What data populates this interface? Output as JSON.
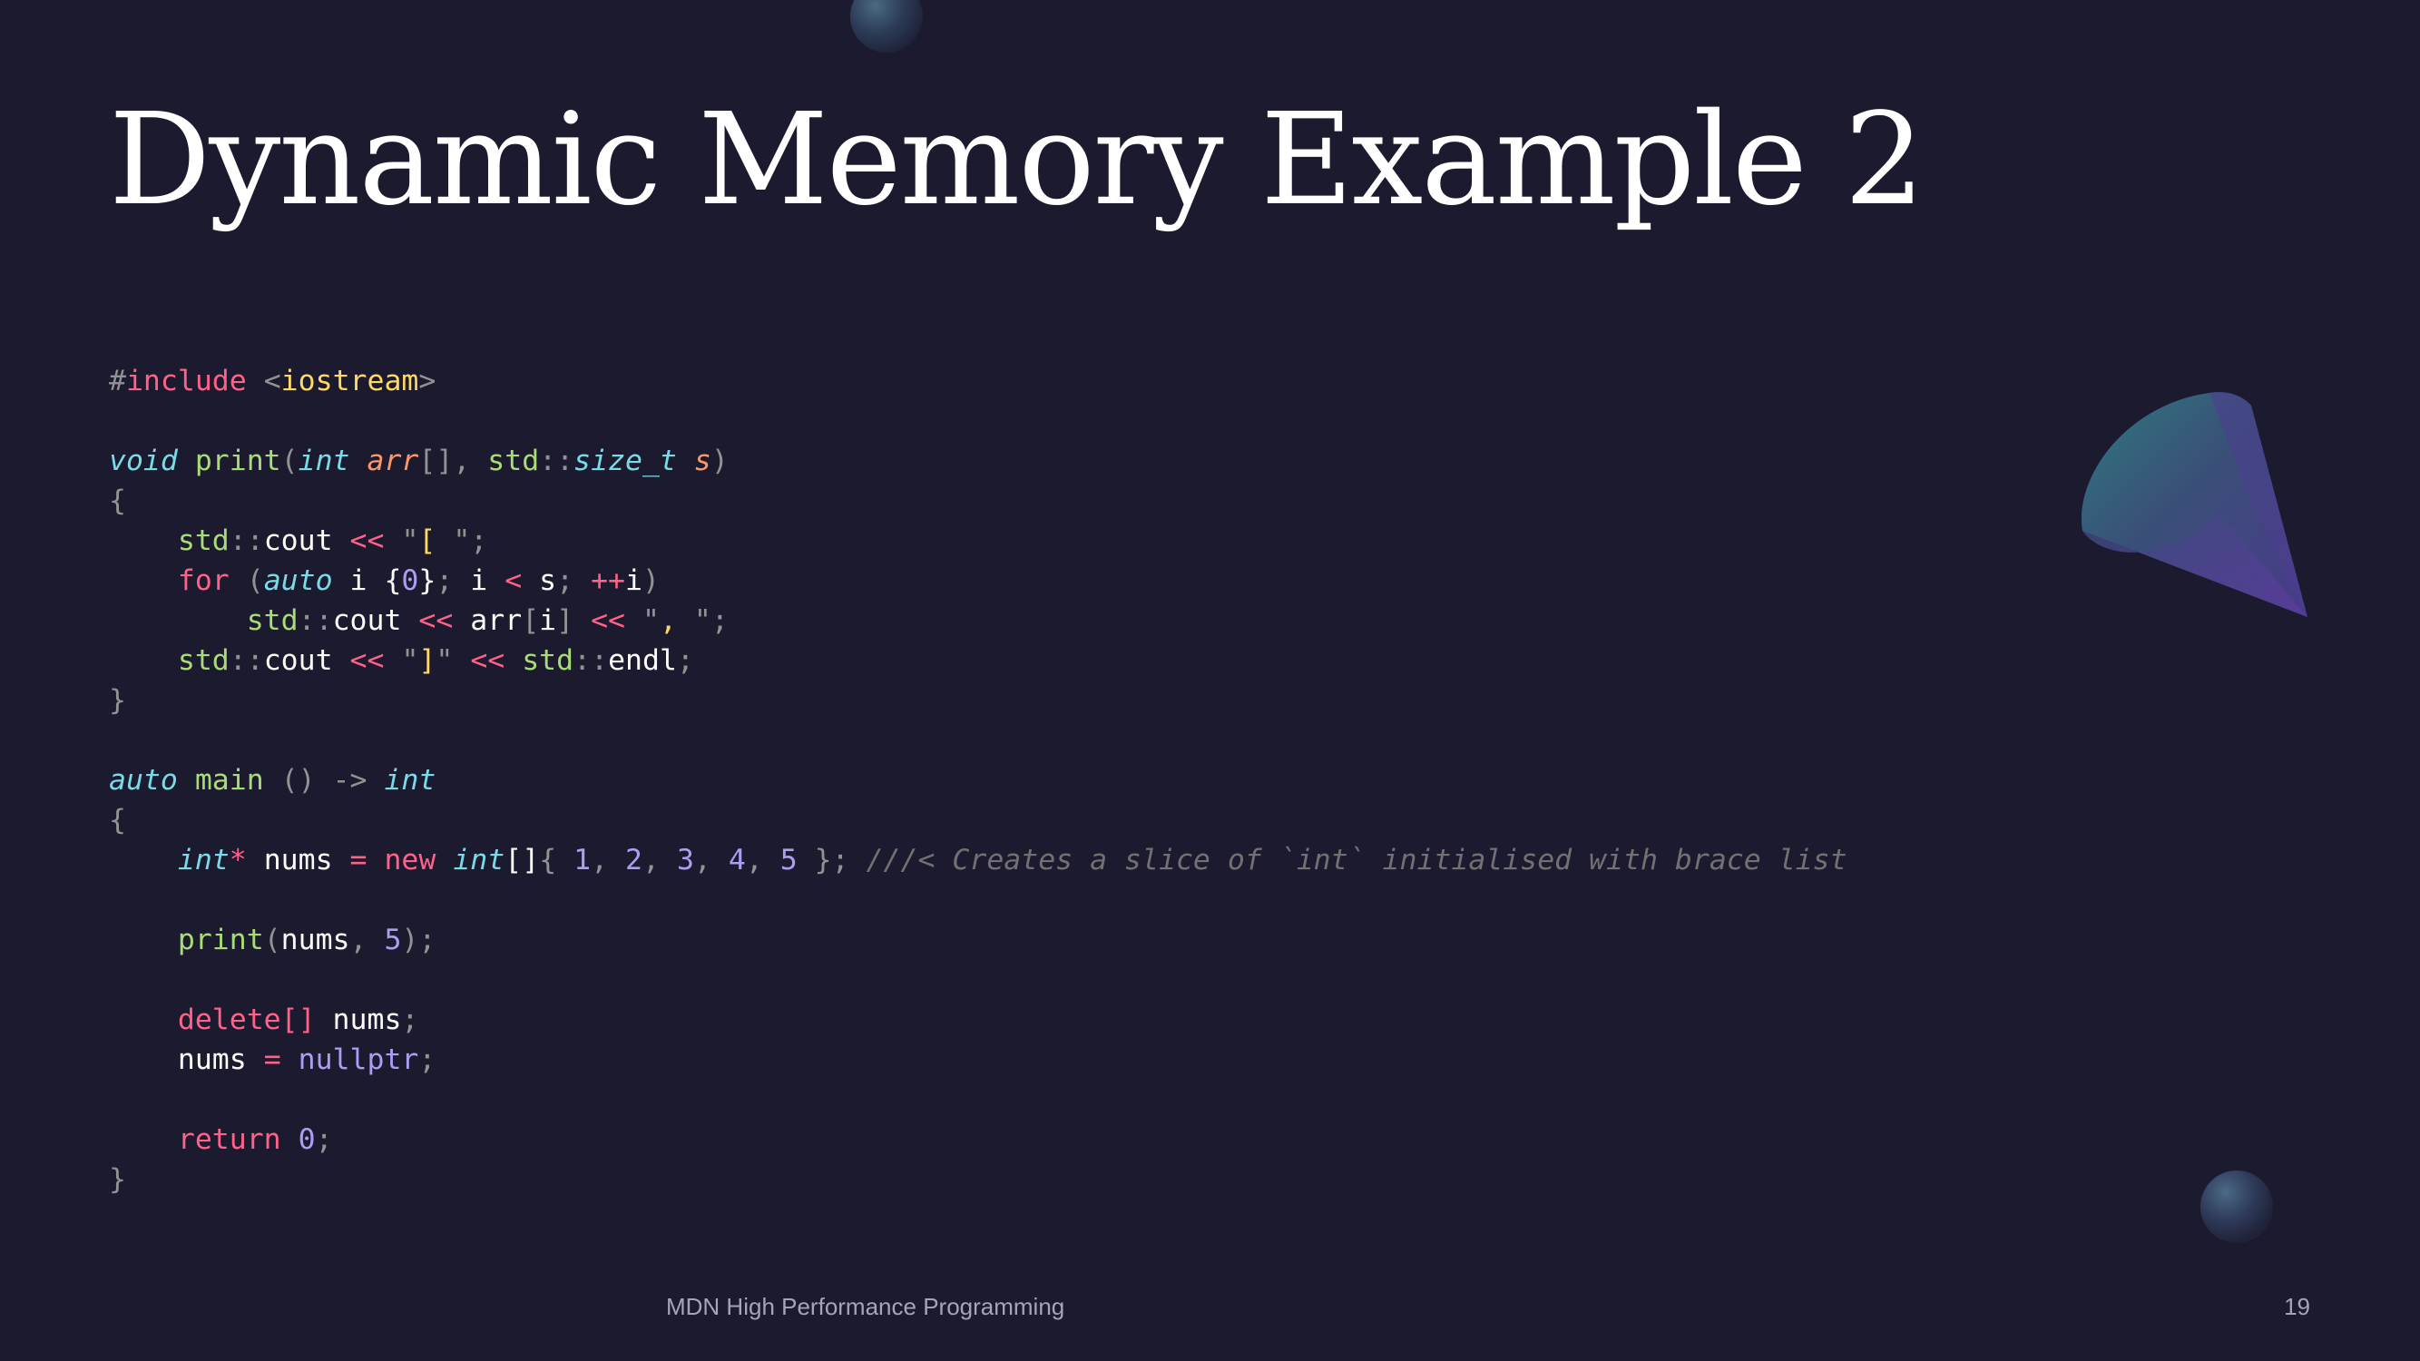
{
  "slide": {
    "title": "Dynamic Memory Example 2",
    "footer": "MDN High Performance Programming",
    "page_number": "19"
  },
  "theme": {
    "background": "#1c1a2e",
    "title_color": "#ffffff",
    "footer_color": "#a6a5b5"
  },
  "colors": {
    "pp": "#ff6188",
    "pl": "#939293",
    "str": "#ffd866",
    "kw": "#78dce8",
    "fn": "#a9dc76",
    "prm": "#fc9867",
    "ns": "#a9dc76",
    "ty": "#78dce8",
    "op": "#ff6188",
    "num": "#ab9df2",
    "txt": "#fcfcfa",
    "ctl": "#ff6188",
    "cm": "#727072",
    "con": "#ab9df2"
  },
  "code": [
    [
      [
        "pl",
        "#"
      ],
      [
        "pp",
        "include"
      ],
      [
        "txt",
        " "
      ],
      [
        "pl",
        "<"
      ],
      [
        "str",
        "iostream"
      ],
      [
        "pl",
        ">"
      ]
    ],
    [],
    [
      [
        "kw",
        "void",
        1
      ],
      [
        "txt",
        " "
      ],
      [
        "fn",
        "print"
      ],
      [
        "pl",
        "("
      ],
      [
        "ty",
        "int",
        1
      ],
      [
        "txt",
        " "
      ],
      [
        "prm",
        "arr",
        1
      ],
      [
        "pl",
        "[], "
      ],
      [
        "ns",
        "std"
      ],
      [
        "pl",
        "::"
      ],
      [
        "ty",
        "size_t",
        1
      ],
      [
        "txt",
        " "
      ],
      [
        "prm",
        "s",
        1
      ],
      [
        "pl",
        ")"
      ]
    ],
    [
      [
        "pl",
        "{"
      ]
    ],
    [
      [
        "txt",
        "    "
      ],
      [
        "ns",
        "std"
      ],
      [
        "pl",
        "::"
      ],
      [
        "txt",
        "cout "
      ],
      [
        "op",
        "<<"
      ],
      [
        "txt",
        " "
      ],
      [
        "pl",
        "\""
      ],
      [
        "str",
        "[ "
      ],
      [
        "pl",
        "\";"
      ]
    ],
    [
      [
        "txt",
        "    "
      ],
      [
        "ctl",
        "for"
      ],
      [
        "txt",
        " "
      ],
      [
        "pl",
        "("
      ],
      [
        "kw",
        "auto",
        1
      ],
      [
        "txt",
        " i {"
      ],
      [
        "num",
        "0"
      ],
      [
        "txt",
        "}"
      ],
      [
        "pl",
        ";"
      ],
      [
        "txt",
        " i "
      ],
      [
        "op",
        "<"
      ],
      [
        "txt",
        " s"
      ],
      [
        "pl",
        ";"
      ],
      [
        "txt",
        " "
      ],
      [
        "op",
        "++"
      ],
      [
        "txt",
        "i"
      ],
      [
        "pl",
        ")"
      ]
    ],
    [
      [
        "txt",
        "        "
      ],
      [
        "ns",
        "std"
      ],
      [
        "pl",
        "::"
      ],
      [
        "txt",
        "cout "
      ],
      [
        "op",
        "<<"
      ],
      [
        "txt",
        " arr"
      ],
      [
        "pl",
        "["
      ],
      [
        "txt",
        "i"
      ],
      [
        "pl",
        "]"
      ],
      [
        "txt",
        " "
      ],
      [
        "op",
        "<<"
      ],
      [
        "txt",
        " "
      ],
      [
        "pl",
        "\""
      ],
      [
        "str",
        ", "
      ],
      [
        "pl",
        "\";"
      ]
    ],
    [
      [
        "txt",
        "    "
      ],
      [
        "ns",
        "std"
      ],
      [
        "pl",
        "::"
      ],
      [
        "txt",
        "cout "
      ],
      [
        "op",
        "<<"
      ],
      [
        "txt",
        " "
      ],
      [
        "pl",
        "\""
      ],
      [
        "str",
        "]"
      ],
      [
        "pl",
        "\""
      ],
      [
        "txt",
        " "
      ],
      [
        "op",
        "<<"
      ],
      [
        "txt",
        " "
      ],
      [
        "ns",
        "std"
      ],
      [
        "pl",
        "::"
      ],
      [
        "txt",
        "endl"
      ],
      [
        "pl",
        ";"
      ]
    ],
    [
      [
        "pl",
        "}"
      ]
    ],
    [],
    [
      [
        "kw",
        "auto",
        1
      ],
      [
        "txt",
        " "
      ],
      [
        "fn",
        "main"
      ],
      [
        "txt",
        " "
      ],
      [
        "pl",
        "() -> "
      ],
      [
        "ty",
        "int",
        1
      ]
    ],
    [
      [
        "pl",
        "{"
      ]
    ],
    [
      [
        "txt",
        "    "
      ],
      [
        "ty",
        "int",
        1
      ],
      [
        "op",
        "*"
      ],
      [
        "txt",
        " nums "
      ],
      [
        "op",
        "="
      ],
      [
        "txt",
        " "
      ],
      [
        "ctl",
        "new"
      ],
      [
        "txt",
        " "
      ],
      [
        "ty",
        "int",
        1
      ],
      [
        "txt",
        "[]"
      ],
      [
        "pl",
        "{ "
      ],
      [
        "num",
        "1"
      ],
      [
        "pl",
        ", "
      ],
      [
        "num",
        "2"
      ],
      [
        "pl",
        ", "
      ],
      [
        "num",
        "3"
      ],
      [
        "pl",
        ", "
      ],
      [
        "num",
        "4"
      ],
      [
        "pl",
        ", "
      ],
      [
        "num",
        "5"
      ],
      [
        "pl",
        " }; "
      ],
      [
        "cm",
        "///< Creates a slice of `int` initialised with brace list",
        1
      ]
    ],
    [],
    [
      [
        "txt",
        "    "
      ],
      [
        "fn",
        "print"
      ],
      [
        "pl",
        "("
      ],
      [
        "txt",
        "nums"
      ],
      [
        "pl",
        ", "
      ],
      [
        "num",
        "5"
      ],
      [
        "pl",
        ");"
      ]
    ],
    [],
    [
      [
        "txt",
        "    "
      ],
      [
        "ctl",
        "delete"
      ],
      [
        "op",
        "[]"
      ],
      [
        "txt",
        " nums"
      ],
      [
        "pl",
        ";"
      ]
    ],
    [
      [
        "txt",
        "    nums "
      ],
      [
        "op",
        "="
      ],
      [
        "txt",
        " "
      ],
      [
        "con",
        "nullptr"
      ],
      [
        "pl",
        ";"
      ]
    ],
    [],
    [
      [
        "txt",
        "    "
      ],
      [
        "ctl",
        "return"
      ],
      [
        "txt",
        " "
      ],
      [
        "num",
        "0"
      ],
      [
        "pl",
        ";"
      ]
    ],
    [
      [
        "pl",
        "}"
      ]
    ]
  ]
}
